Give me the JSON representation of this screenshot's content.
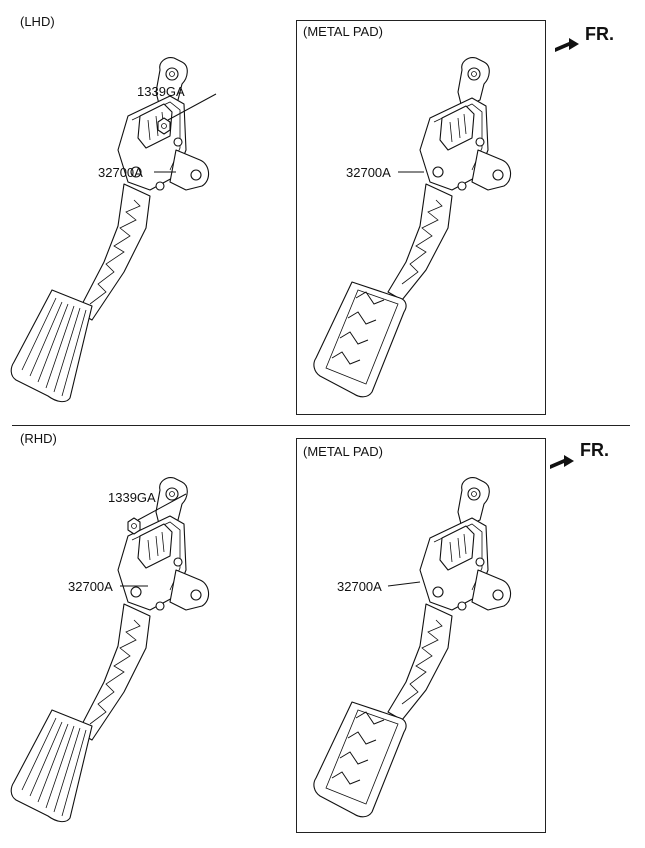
{
  "sections": {
    "lhd": {
      "title": "(LHD)",
      "part_nut": "1339GA",
      "part_pedal": "32700A",
      "metal_pad": {
        "title": "(METAL PAD)",
        "part_pedal": "32700A"
      },
      "front_indicator": "FR."
    },
    "rhd": {
      "title": "(RHD)",
      "part_nut": "1339GA",
      "part_pedal": "32700A",
      "metal_pad": {
        "title": "(METAL PAD)",
        "part_pedal": "32700A"
      },
      "front_indicator": "FR."
    }
  }
}
